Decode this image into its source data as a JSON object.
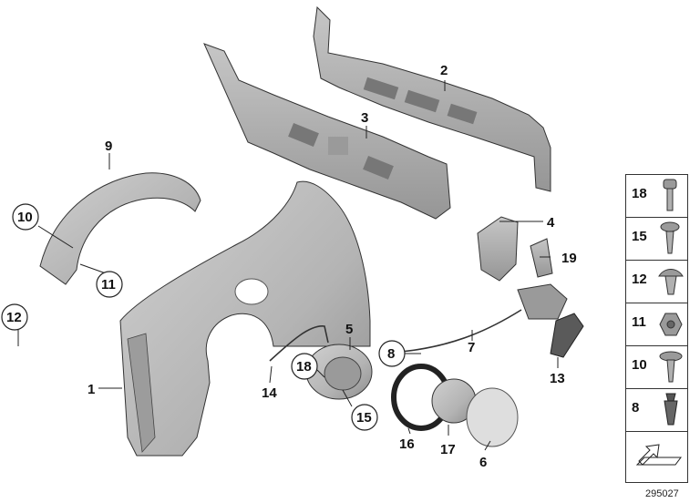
{
  "callouts": [
    "1",
    "2",
    "3",
    "4",
    "5",
    "6",
    "7",
    "8",
    "9",
    "10",
    "11",
    "12",
    "13",
    "14",
    "15",
    "16",
    "17",
    "18",
    "19"
  ],
  "legend": [
    "18",
    "15",
    "12",
    "11",
    "10",
    "8"
  ],
  "drawing_number": "295027",
  "colors": {
    "part_fill": "#b9b9b9",
    "part_shade": "#8e8e8e",
    "line": "#222222"
  }
}
